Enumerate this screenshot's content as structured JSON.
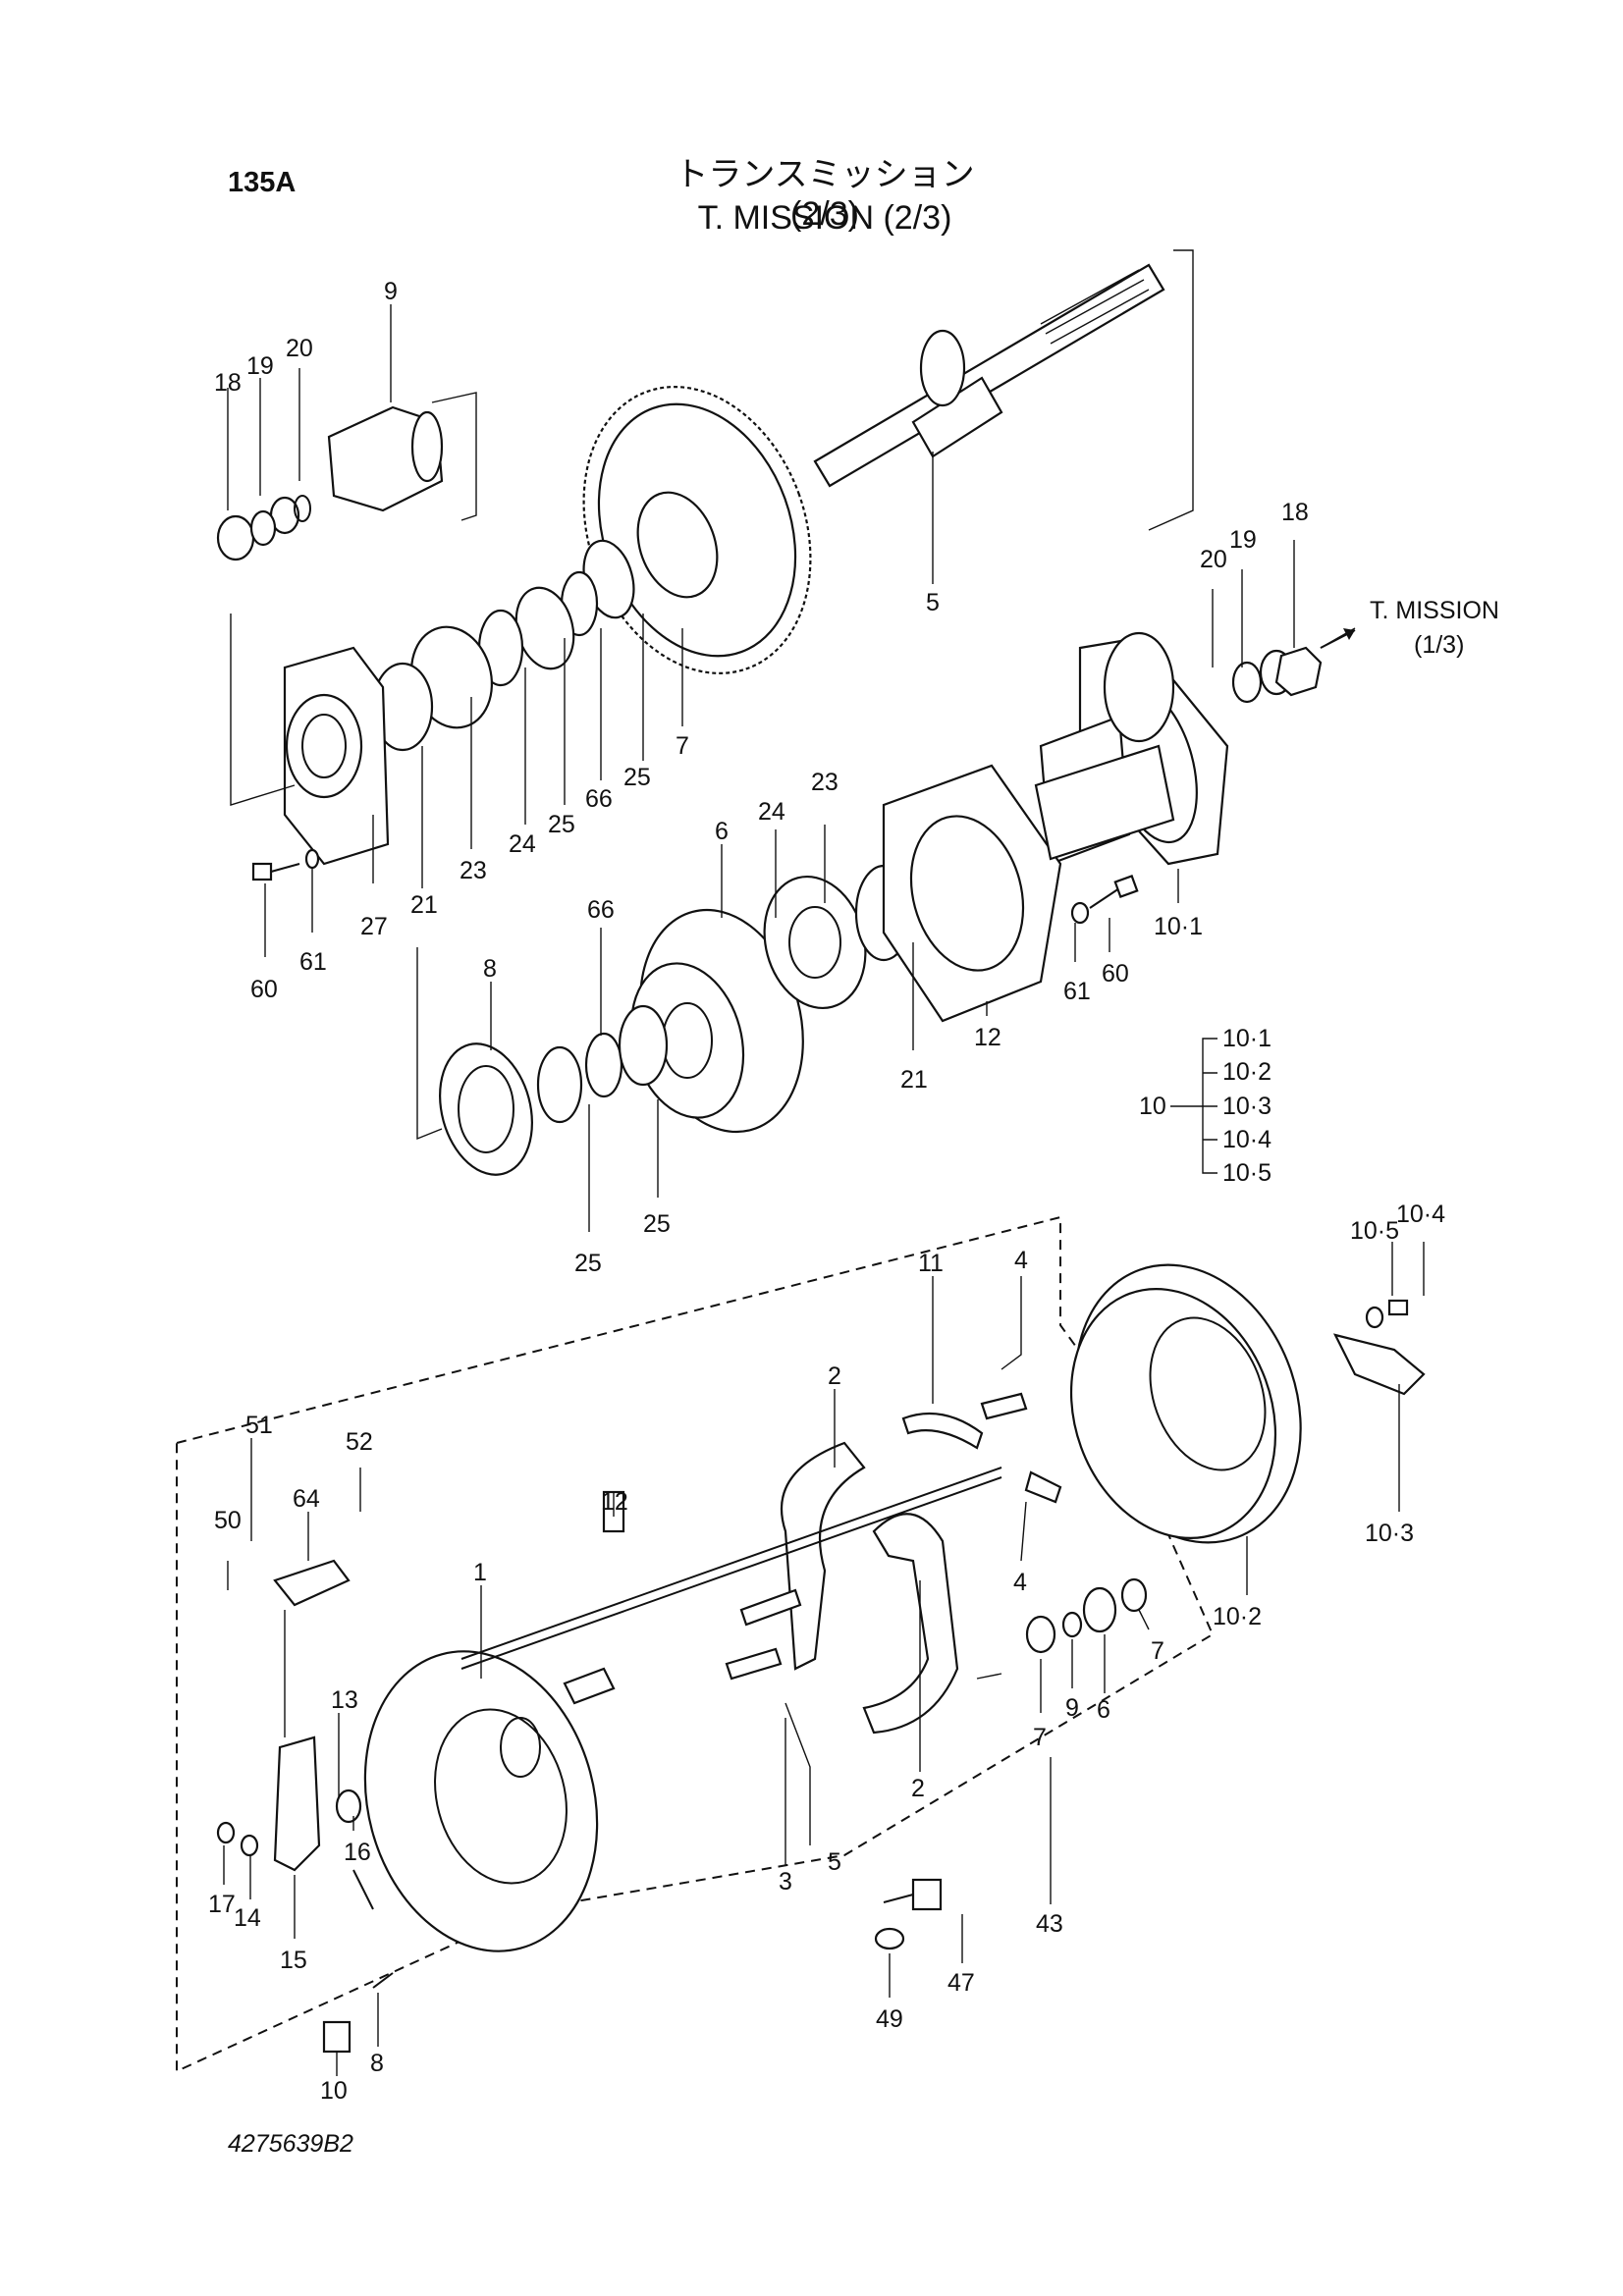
{
  "header": {
    "page_code": "135A",
    "title_jp": "トランスミッション (2/3)",
    "title_en": "T. MISSION (2/3)"
  },
  "reference": {
    "label": "T. MISSION",
    "sub": "(1/3)"
  },
  "group_10": {
    "parent": "10",
    "children": [
      "10·1",
      "10·2",
      "10·3",
      "10·4",
      "10·5"
    ]
  },
  "callouts": {
    "c9": "9",
    "c18a": "18",
    "c19a": "19",
    "c20a": "20",
    "c5": "5",
    "c7": "7",
    "c25a": "25",
    "c66a": "66",
    "c25b": "25",
    "c24a": "24",
    "c23a": "23",
    "c21a": "21",
    "c27": "27",
    "c61a": "61",
    "c60a": "60",
    "c20b": "20",
    "c19b": "19",
    "c18b": "18",
    "c24b": "24",
    "c23b": "23",
    "c6": "6",
    "c66b": "66",
    "c8": "8",
    "c25c": "25",
    "c25d": "25",
    "c21b": "21",
    "c12a": "12",
    "c61b": "61",
    "c60b": "60",
    "c10_1": "10·1",
    "c4a": "4",
    "c11": "11",
    "c2a": "2",
    "c4b": "4",
    "c10_5": "10·5",
    "c10_4": "10·4",
    "c10_3": "10·3",
    "c10_2": "10·2",
    "c7a": "7",
    "c9b": "9",
    "c6b": "6",
    "c7b": "7",
    "c51": "51",
    "c52": "52",
    "c64": "64",
    "c50": "50",
    "c12b": "12",
    "c1": "1",
    "c13": "13",
    "c16": "16",
    "c17": "17",
    "c14": "14",
    "c15": "15",
    "c10b": "10",
    "c8b": "8",
    "c3": "3",
    "c5b": "5",
    "c2b": "2",
    "c43": "43",
    "c47": "47",
    "c49": "49"
  },
  "footer": {
    "doc_number": "4275639B2"
  }
}
